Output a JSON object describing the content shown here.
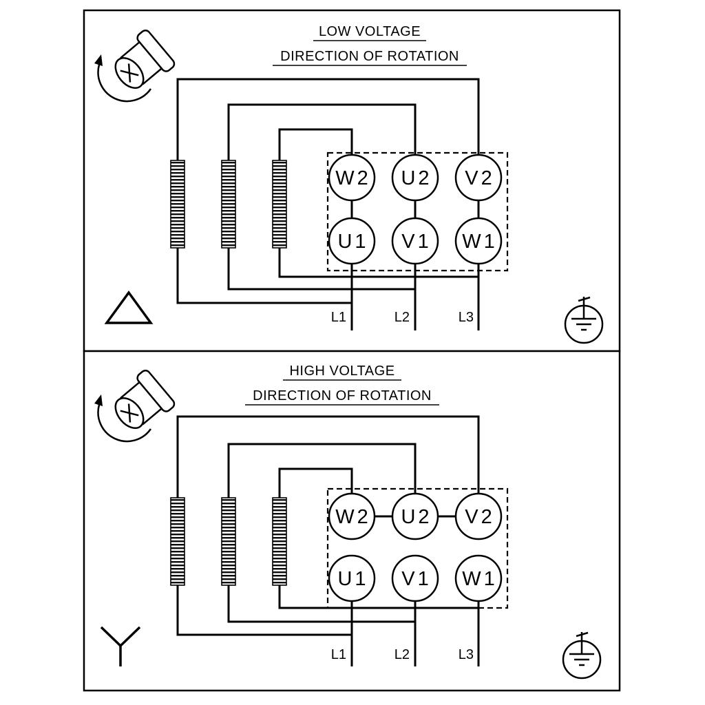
{
  "panels": [
    {
      "title": "LOW VOLTAGE",
      "subtitle": "DIRECTION OF ROTATION",
      "connection": "delta",
      "terminals_top": [
        "W2",
        "U2",
        "V2"
      ],
      "terminals_bottom": [
        "U1",
        "V1",
        "W1"
      ],
      "supply_lines": [
        "L1",
        "L2",
        "L3"
      ]
    },
    {
      "title": "HIGH VOLTAGE",
      "subtitle": "DIRECTION OF ROTATION",
      "connection": "star",
      "terminals_top": [
        "W2",
        "U2",
        "V2"
      ],
      "terminals_bottom": [
        "U1",
        "V1",
        "W1"
      ],
      "supply_lines": [
        "L1",
        "L2",
        "L3"
      ]
    }
  ],
  "colors": {
    "line": "#000000",
    "background": "#ffffff"
  }
}
